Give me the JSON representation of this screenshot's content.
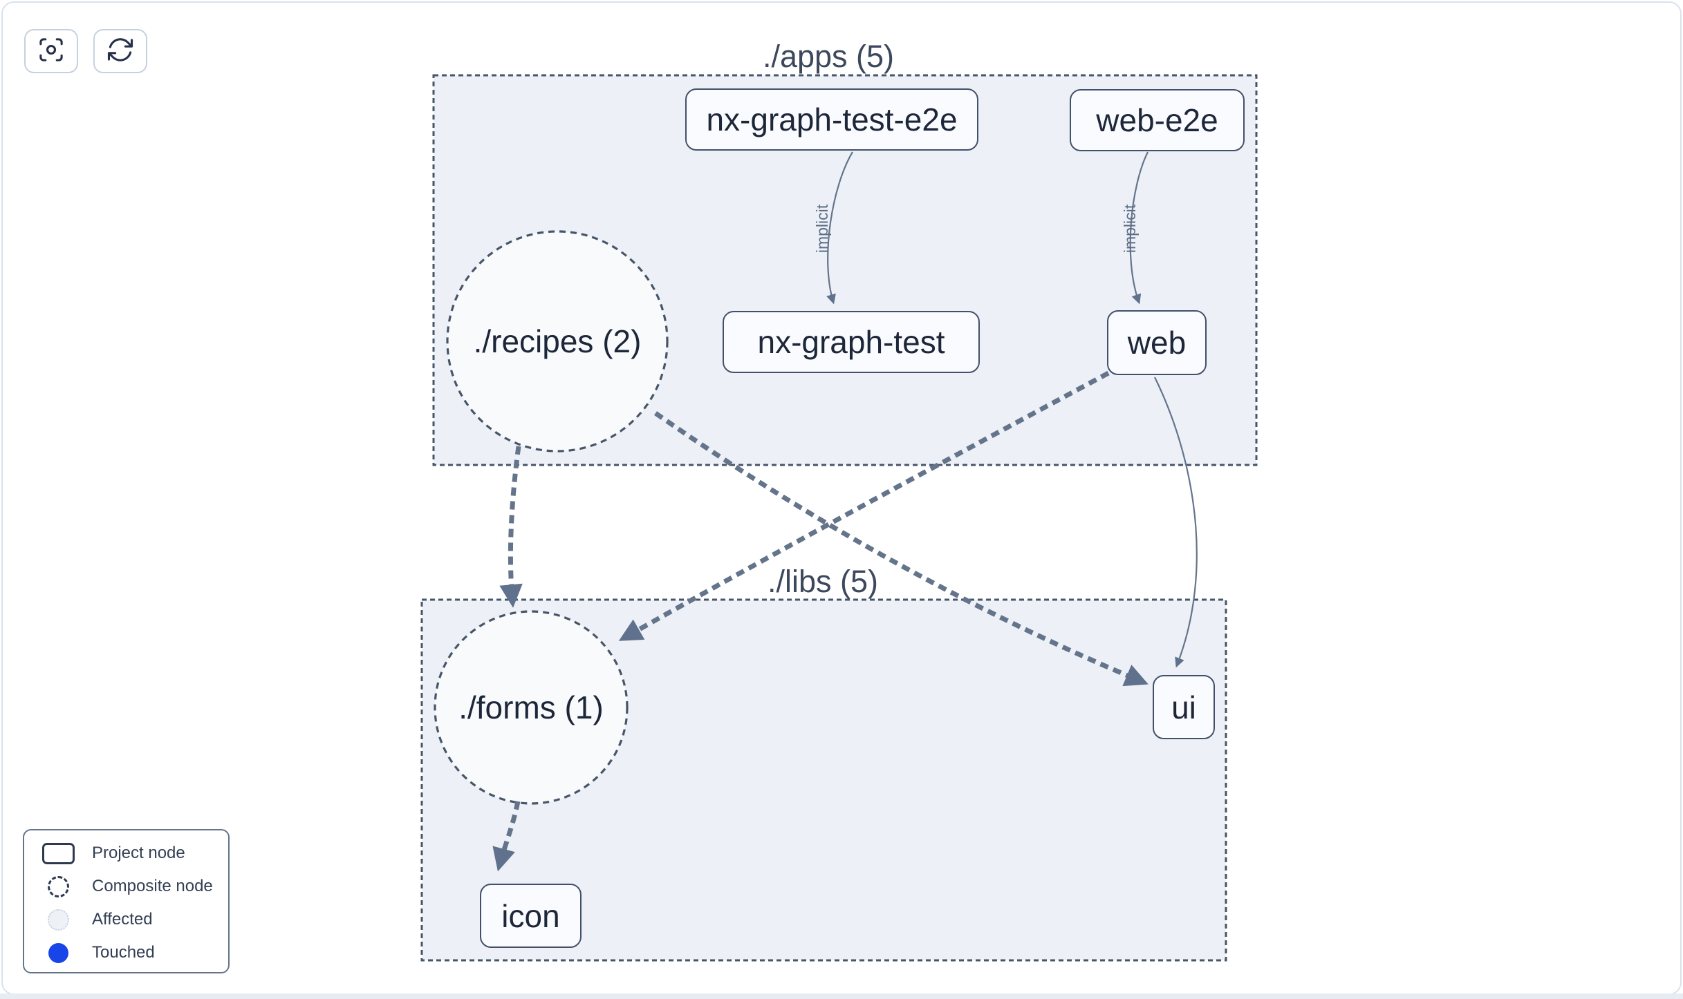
{
  "toolbar": {
    "buttons": [
      {
        "icon": "viewfinder-focus-icon"
      },
      {
        "icon": "refresh-icon"
      }
    ]
  },
  "graph": {
    "groups": [
      {
        "label": "./apps (5)"
      },
      {
        "label": "./libs (5)"
      }
    ],
    "composites": [
      {
        "label": "./recipes (2)",
        "group": "./apps (5)"
      },
      {
        "label": "./forms (1)",
        "group": "./libs (5)"
      }
    ],
    "projects": [
      {
        "label": "nx-graph-test-e2e",
        "group": "./apps (5)"
      },
      {
        "label": "web-e2e",
        "group": "./apps (5)"
      },
      {
        "label": "nx-graph-test",
        "group": "./apps (5)"
      },
      {
        "label": "web",
        "group": "./apps (5)"
      },
      {
        "label": "ui",
        "group": "./libs (5)"
      },
      {
        "label": "icon",
        "group": "./libs (5)"
      }
    ],
    "edges": [
      {
        "from": "nx-graph-test-e2e",
        "to": "nx-graph-test",
        "type": "implicit",
        "label": "implicit"
      },
      {
        "from": "web-e2e",
        "to": "web",
        "type": "implicit",
        "label": "implicit"
      },
      {
        "from": "./recipes (2)",
        "to": "./forms (1)",
        "type": "thick-dashed"
      },
      {
        "from": "./recipes (2)",
        "to": "ui",
        "type": "thick-dashed"
      },
      {
        "from": "web",
        "to": "./forms (1)",
        "type": "thick-dashed"
      },
      {
        "from": "web",
        "to": "ui",
        "type": "direct"
      },
      {
        "from": "./forms (1)",
        "to": "icon",
        "type": "thick-dashed"
      }
    ]
  },
  "legend": {
    "items": [
      {
        "swatch": "project-node-swatch",
        "label": "Project node"
      },
      {
        "swatch": "composite-node-swatch",
        "label": "Composite node"
      },
      {
        "swatch": "affected-swatch",
        "label": "Affected"
      },
      {
        "swatch": "touched-swatch",
        "label": "Touched"
      }
    ]
  },
  "colors": {
    "touched": "#1745e8",
    "edge": "#64748b",
    "arrowhead": "#5f718c",
    "group_fill": "#edf1f7",
    "group_border": "#475569",
    "node_fill": "#fafbfe",
    "node_border": "#42506b",
    "text": "#1d2739"
  }
}
